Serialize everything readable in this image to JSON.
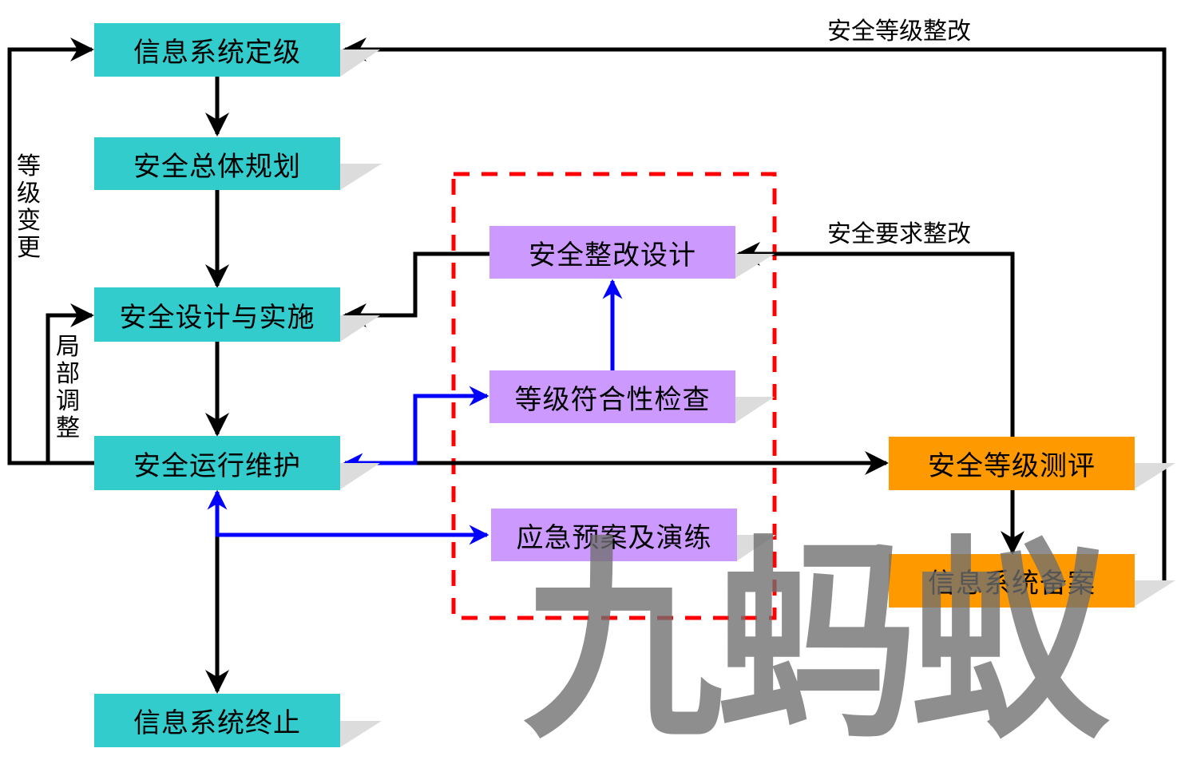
{
  "nodes": {
    "system_grading": "信息系统定级",
    "overall_planning": "安全总体规划",
    "design_implementation": "安全设计与实施",
    "operation_maintenance": "安全运行维护",
    "system_termination": "信息系统终止",
    "rectification_design": "安全整改设计",
    "compliance_check": "等级符合性检查",
    "emergency_plan": "应急预案及演练",
    "level_assessment": "安全等级测评",
    "system_filing": "信息系统备案"
  },
  "edge_labels": {
    "level_change": "等级变更",
    "partial_adjustment": "局部调整",
    "level_rectification": "安全等级整改",
    "requirement_rectification": "安全要求整改"
  },
  "watermark": "九蚂蚁",
  "colors": {
    "teal": "#33cccc",
    "purple": "#cc99ff",
    "orange": "#ff9900",
    "black_arrow": "#000000",
    "blue_arrow": "#0000ff",
    "dashed_border": "#ff0000"
  }
}
